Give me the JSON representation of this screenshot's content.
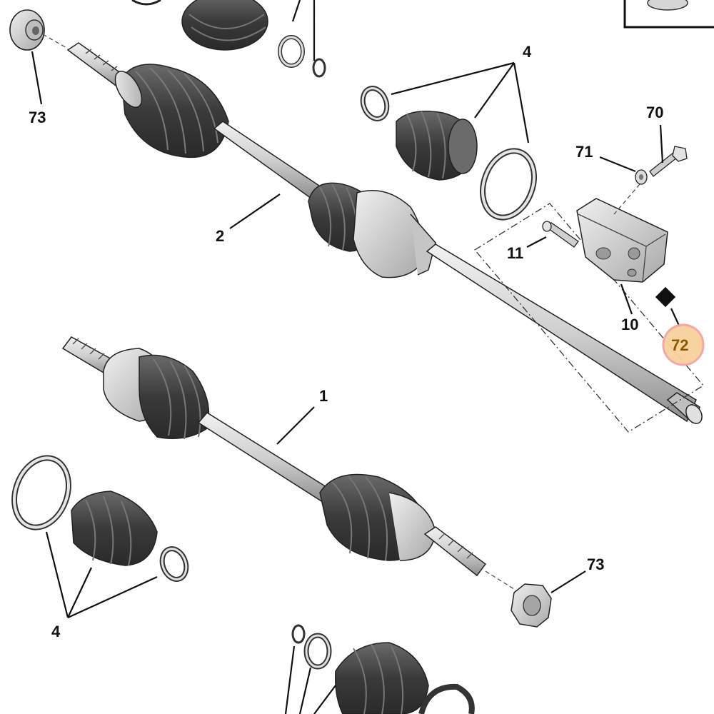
{
  "callouts": {
    "c1": "1",
    "c2": "2",
    "c4_top": "4",
    "c4_bottom": "4",
    "c10": "10",
    "c11": "11",
    "c70": "70",
    "c71": "71",
    "c72": "72",
    "c73_top": "73",
    "c73_bottom": "73"
  },
  "colors": {
    "metal_light": "#e6e6e6",
    "metal_mid": "#c9c9c9",
    "metal_dark": "#9a9a9a",
    "boot_dark": "#3c3c3c",
    "boot_mid": "#5a5a5a",
    "highlight_ring": "#f3a3a3",
    "highlight_fill": "#f7d29a",
    "outline": "#222222"
  }
}
